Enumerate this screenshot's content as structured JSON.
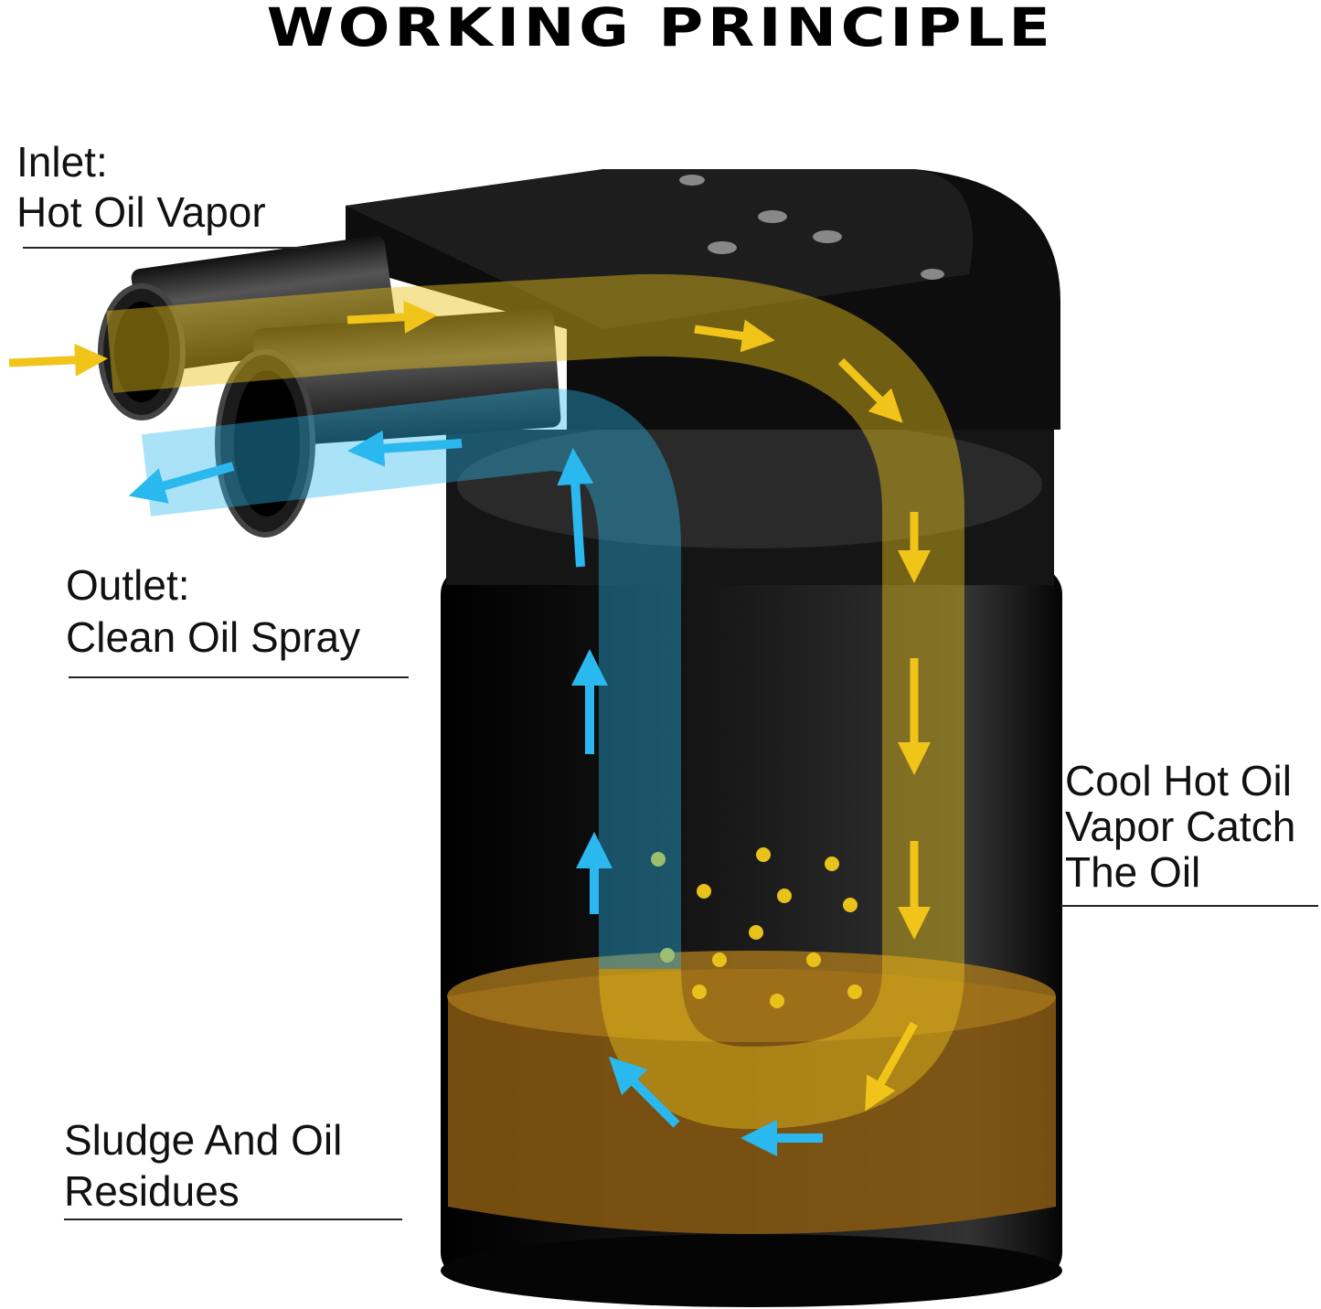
{
  "title": "WORKING PRINCIPLE",
  "labels": {
    "inlet": {
      "line1": "Inlet:",
      "line2": "Hot Oil Vapor"
    },
    "outlet": {
      "line1": "Outlet:",
      "line2": "Clean Oil Spray"
    },
    "cool": {
      "line1": "Cool Hot Oil",
      "line2": "Vapor Catch",
      "line3": "The Oil"
    },
    "sludge": {
      "line1": "Sludge And Oil",
      "line2": "Residues"
    }
  },
  "colors": {
    "hot_flow": "#e8c21a",
    "clean_flow": "#2fb6e8",
    "oil": "#8a5a12",
    "body": "#0b0b0b"
  }
}
